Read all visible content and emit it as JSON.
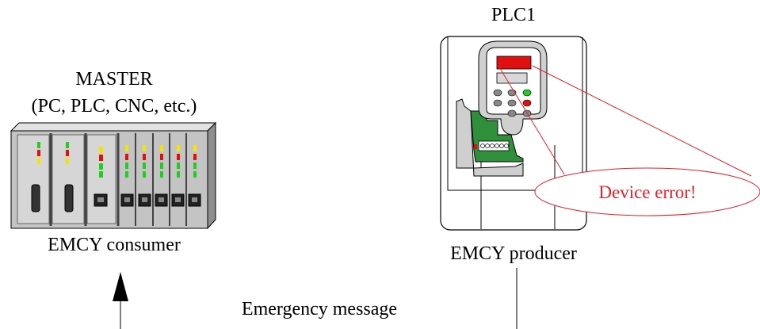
{
  "master": {
    "title": "MASTER",
    "subtitle": "(PC, PLC, CNC, etc.)",
    "role": "EMCY consumer"
  },
  "plc": {
    "title": "PLC1",
    "role": "EMCY producer",
    "callout": "Device error!"
  },
  "message": {
    "label": "Emergency message"
  },
  "colors": {
    "callout": "#e8202a",
    "led_green": "#22cc22",
    "led_red": "#e01010",
    "led_yellow": "#f2e600",
    "pcb": "#2f8f3a",
    "rack": "#c8c8c8",
    "text": "#000000"
  }
}
